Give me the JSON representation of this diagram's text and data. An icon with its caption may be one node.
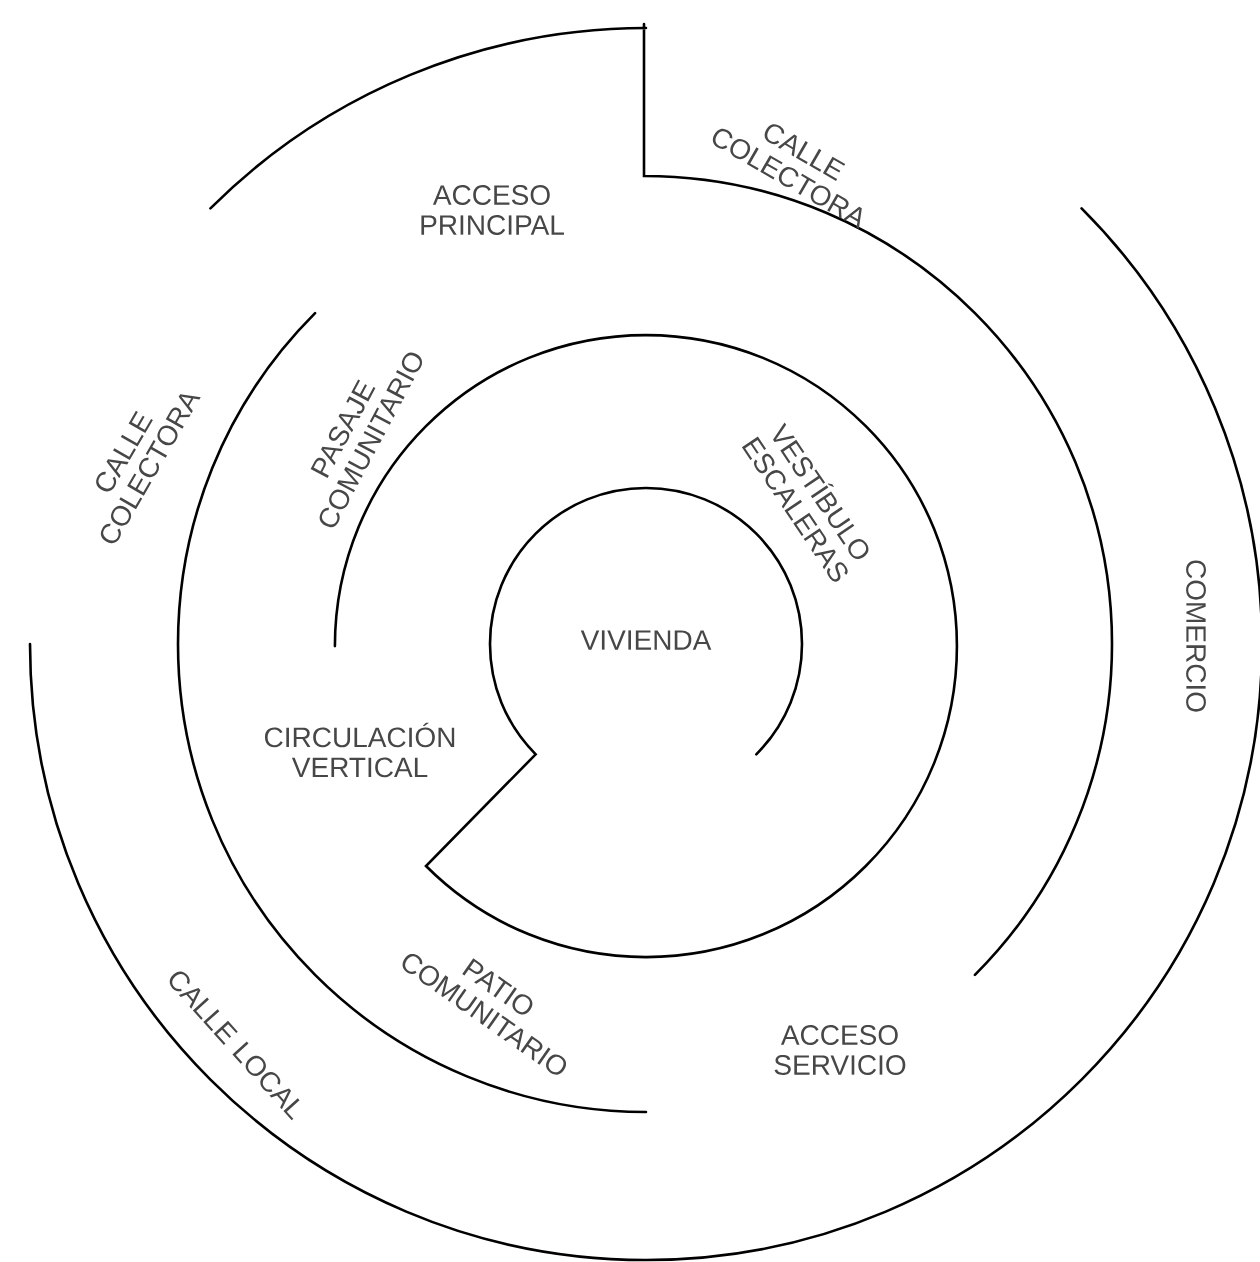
{
  "diagram": {
    "labels": [
      "CALLE COLECTORA",
      "ACCESO PRINCIPAL",
      "PASAJE COMUNITARIO",
      "CALLE COLECTORA",
      "VESTÍBULO ESCALERAS",
      "COMERCIO",
      "VIVIENDA",
      "CIRCULACIÓN VERTICAL",
      "PATIO COMUNITARIO",
      "ACCESO SERVICIO",
      "CALLE LOCAL"
    ]
  }
}
